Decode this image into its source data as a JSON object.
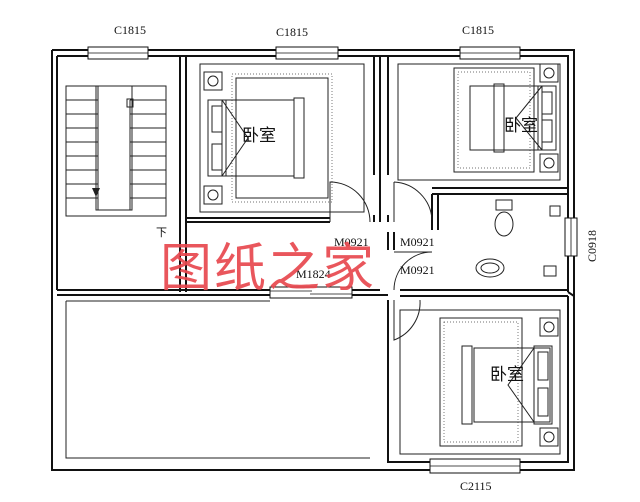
{
  "window_labels": {
    "top_left": "C1815",
    "top_middle": "C1815",
    "top_right": "C1815",
    "bottom": "C2115",
    "right_side": "C0918"
  },
  "door_labels": {
    "left_bedroom_door": "M0921",
    "right_bedroom_door": "M0921",
    "bathroom_door": "M0921",
    "balcony_door": "M1824"
  },
  "rooms": {
    "bedroom_1": "卧室",
    "bedroom_2": "卧室",
    "bedroom_3": "卧室"
  },
  "stair_mark": "下",
  "watermark": "图纸之家"
}
